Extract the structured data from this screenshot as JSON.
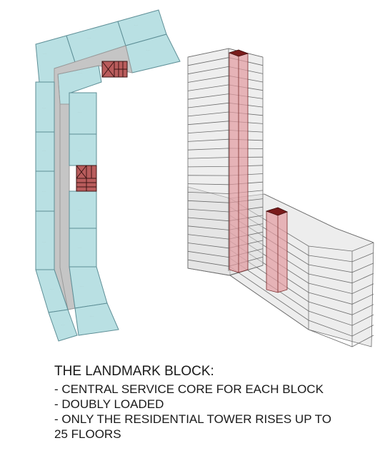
{
  "caption": {
    "title": "THE LANDMARK BLOCK:",
    "lines": [
      "- CENTRAL SERVICE CORE FOR EACH BLOCK",
      "- DOUBLY LOADED",
      "- ONLY THE RESIDENTIAL TOWER RISES UP TO",
      "25 FLOORS"
    ]
  },
  "colors": {
    "unit_fill": "#b9e0e3",
    "unit_stroke": "#5d8e96",
    "corridor_fill": "#c5c5c5",
    "core_fill": "#b95c5c",
    "glass_fill": "#dedede",
    "glass_stroke": "#6d6d6d",
    "core_3d_fill": "#e29aa0"
  },
  "floor_counts": {
    "tower": 25
  }
}
